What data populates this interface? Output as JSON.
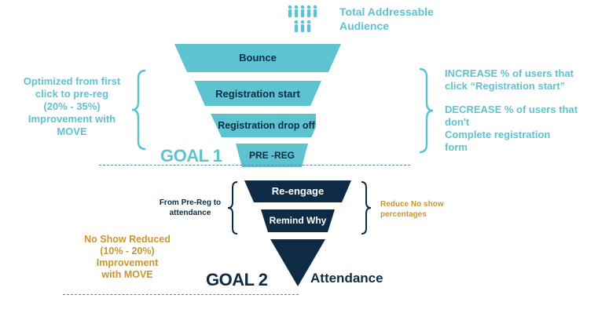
{
  "top": {
    "icon": "people-group-icon",
    "label_line1": "Total Addressable",
    "label_line2": "Audience"
  },
  "funnel_top": {
    "stages": [
      {
        "label": "Bounce"
      },
      {
        "label": "Registration start"
      },
      {
        "label": "Registration drop off"
      },
      {
        "label": "PRE -REG"
      }
    ]
  },
  "funnel_bottom": {
    "stages": [
      {
        "label": "Re-engage"
      },
      {
        "label": "Remind Why"
      }
    ],
    "tip_label": "Attendance"
  },
  "left_note": {
    "lines": [
      "Optimized from first",
      "click to pre-reg",
      "(20% - 35%)",
      "Improvement with",
      "MOVE"
    ]
  },
  "right_note": {
    "lines1": [
      "INCREASE % of users that",
      "click “Registration start”"
    ],
    "lines2": [
      "DECREASE % of users that",
      "don't",
      "Complete registration",
      "form"
    ]
  },
  "goal1": "GOAL 1",
  "goal2": "GOAL 2",
  "mid_left_note": {
    "lines": [
      "From Pre-Reg to",
      "attendance"
    ]
  },
  "mid_right_note": {
    "lines": [
      "Reduce No show",
      "percentages"
    ]
  },
  "bottom_left_note": {
    "lines": [
      "No Show Reduced",
      "(10% - 20%)",
      "Improvement",
      "with MOVE"
    ]
  },
  "colors": {
    "teal": "#5cc3cf",
    "navy": "#0d2b45",
    "gold": "#c9962f",
    "dashes": "#5b86ad"
  }
}
